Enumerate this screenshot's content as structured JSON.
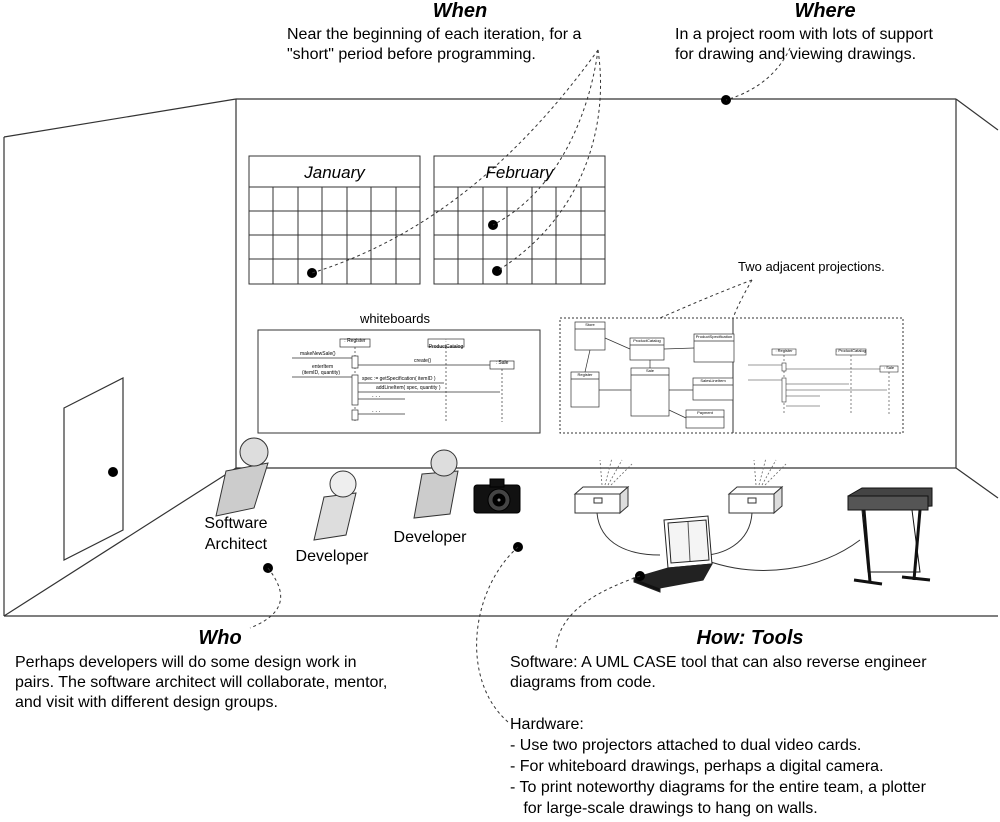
{
  "when": {
    "heading": "When",
    "lines": [
      "Near the beginning of each iteration, for a",
      "\"short\" period before programming."
    ]
  },
  "where": {
    "heading": "Where",
    "lines": [
      "In a project room with lots of support",
      "for drawing and viewing drawings."
    ]
  },
  "who": {
    "heading": "Who",
    "lines": [
      "Perhaps developers will do some design work in",
      "pairs. The software architect will collaborate, mentor,",
      "and visit with different design groups."
    ]
  },
  "how": {
    "heading": "How: Tools",
    "software_lines": [
      "Software: A UML CASE tool that can also reverse engineer",
      "diagrams from code."
    ],
    "hardware_title": "Hardware:",
    "hardware_lines": [
      "- Use two projectors attached to dual video cards.",
      "- For whiteboard drawings, perhaps a digital camera.",
      "- To print noteworthy diagrams for the entire team, a plotter",
      "   for large-scale drawings to hang on walls."
    ]
  },
  "calendars": {
    "january": "January",
    "february": "February"
  },
  "whiteboards_label": "whiteboards",
  "projections_label": "Two adjacent projections.",
  "people": {
    "architect_lines": [
      "Software",
      "Architect"
    ],
    "developer_1": "Developer",
    "developer_2": "Developer"
  },
  "seq_diagram": {
    "register": ": Register",
    "catalog": ": ProductCatalog",
    "sale": ": Sale",
    "make_new_sale": "makeNewSale()",
    "create": "create()",
    "enter_item": "enterItem",
    "enter_item_args": "(itemID, quantity)",
    "get_spec": "spec := getSpecification( itemID )",
    "add_line_item": "addLineItem( spec, quantity )",
    "dots": ". . ."
  },
  "class_diagram": {
    "boxes": [
      "Store",
      "ProductCatalog",
      "ProductSpecification",
      "Register",
      "Sale",
      "SalesLineItem",
      "Payment"
    ]
  }
}
